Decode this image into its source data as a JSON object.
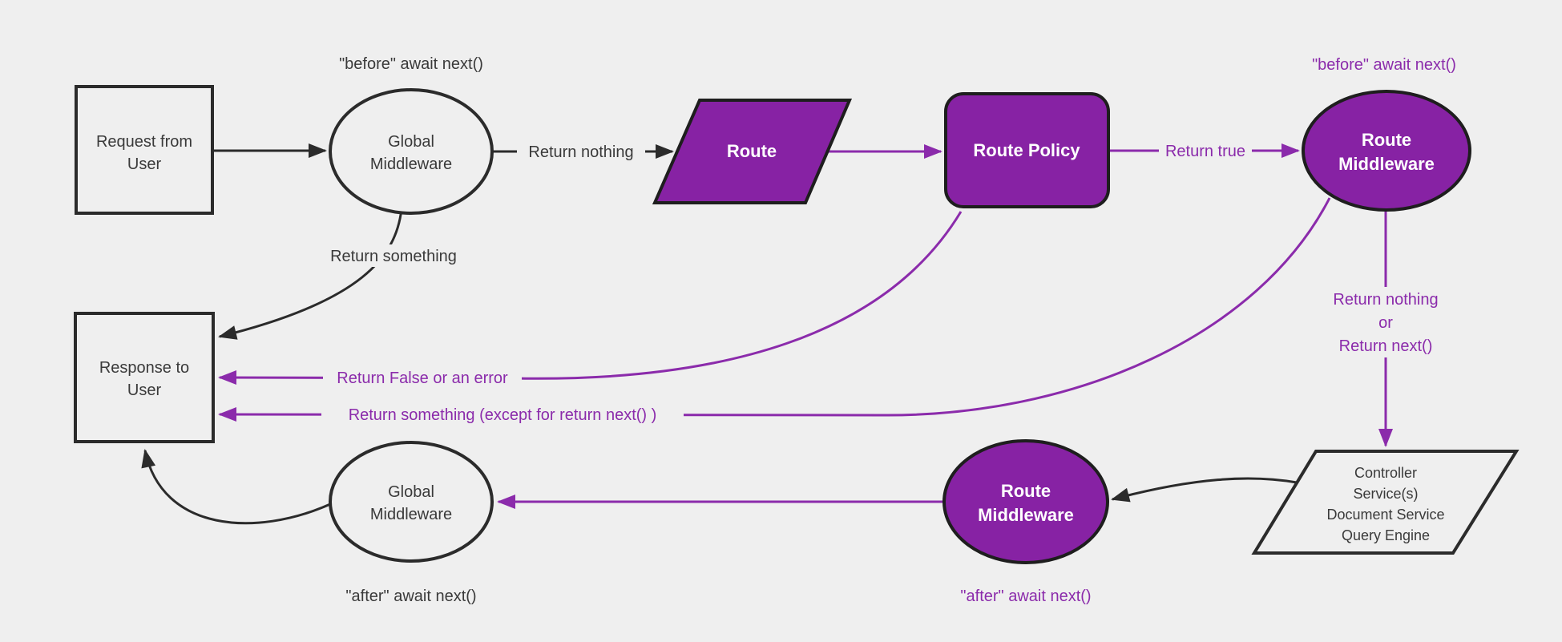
{
  "diagram": {
    "title": "Request lifecycle middleware flow",
    "colors": {
      "background": "#efefef",
      "purple_fill": "#8722a4",
      "purple_line": "#8b2bab",
      "dark_line": "#2b2b2b",
      "dark_text": "#3a3a3a",
      "light_text": "#ffffff"
    },
    "nodes": {
      "request_from_user": {
        "line1": "Request from",
        "line2": "User"
      },
      "global_middleware_top": {
        "line1": "Global",
        "line2": "Middleware"
      },
      "route": {
        "label": "Route"
      },
      "route_policy": {
        "label": "Route Policy"
      },
      "route_middleware_top": {
        "line1": "Route",
        "line2": "Middleware"
      },
      "controller_services": {
        "line1": "Controller",
        "line2": "Service(s)",
        "line3": "Document Service",
        "line4": "Query Engine"
      },
      "route_middleware_bottom": {
        "line1": "Route",
        "line2": "Middleware"
      },
      "global_middleware_bottom": {
        "line1": "Global",
        "line2": "Middleware"
      },
      "response_to_user": {
        "line1": "Response to",
        "line2": "User"
      }
    },
    "labels": {
      "before_await_global": "\"before\" await next()",
      "before_await_route": "\"before\" await next()",
      "return_nothing": "Return nothing",
      "return_true": "Return true",
      "return_something": "Return something",
      "return_nothing_or_1": "Return nothing",
      "return_nothing_or_2": "or",
      "return_nothing_or_3": "Return next()",
      "return_false_or_error": "Return False or an error",
      "return_something_except": "Return something (except for return next() )",
      "after_await_route": "\"after\" await next()",
      "after_await_global": "\"after\" await next()"
    }
  }
}
